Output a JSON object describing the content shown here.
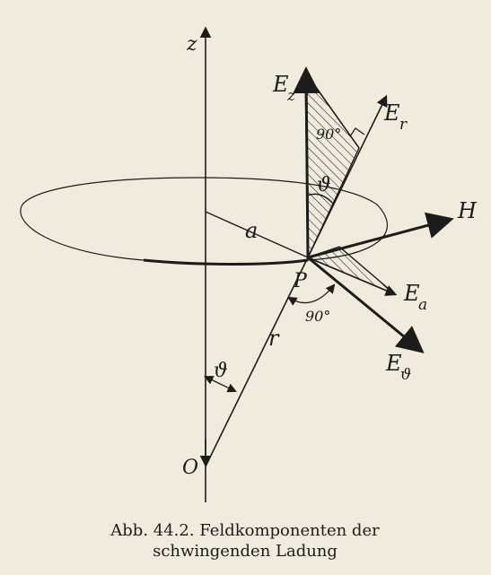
{
  "labels": {
    "z_axis": "z",
    "e_z": "E",
    "e_z_sub": "z",
    "e_r": "E",
    "e_r_sub": "r",
    "h": "H",
    "e_a": "E",
    "e_a_sub": "a",
    "e_theta": "E",
    "e_theta_sub": "ϑ",
    "a": "a",
    "p": "P",
    "r": "r",
    "o": "O",
    "theta_top": "ϑ",
    "theta_bottom": "ϑ",
    "angle_top": "90°",
    "angle_bottom": "90°"
  },
  "caption": {
    "line1": "Abb. 44.2. Feldkomponenten der",
    "line2": "schwingenden Ladung"
  },
  "colors": {
    "ink": "#1c1c1c",
    "paper": "#f1ebdd"
  }
}
